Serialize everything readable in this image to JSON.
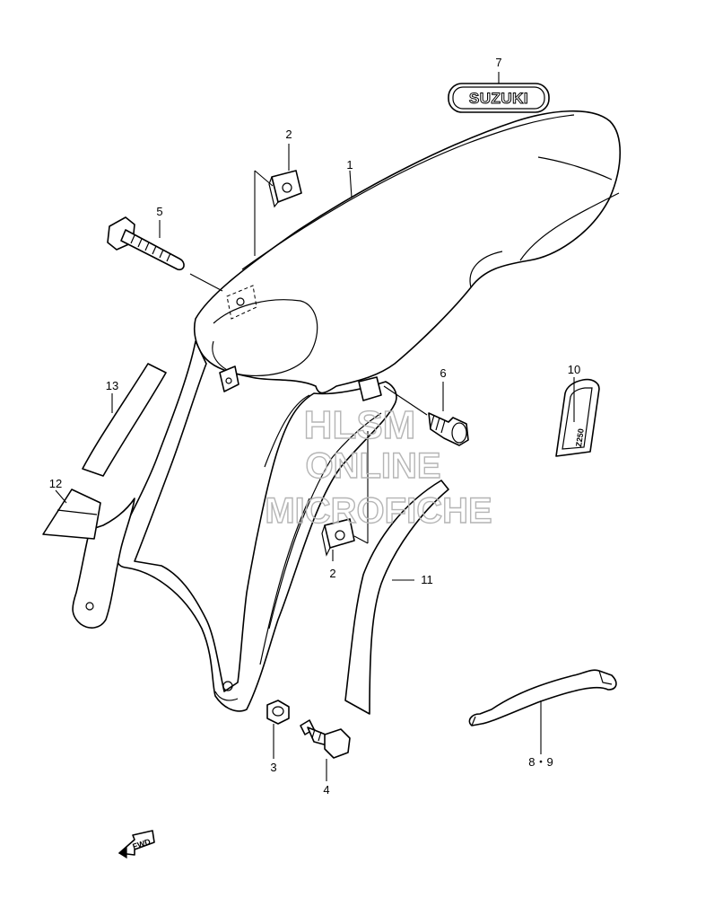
{
  "callouts": [
    {
      "id": "c1",
      "text": "1"
    },
    {
      "id": "c2a",
      "text": "2"
    },
    {
      "id": "c2b",
      "text": "2"
    },
    {
      "id": "c3",
      "text": "3"
    },
    {
      "id": "c4",
      "text": "4"
    },
    {
      "id": "c5",
      "text": "5"
    },
    {
      "id": "c6",
      "text": "6"
    },
    {
      "id": "c7",
      "text": "7"
    },
    {
      "id": "c89",
      "text": "8・9"
    },
    {
      "id": "c10",
      "text": "10"
    },
    {
      "id": "c11",
      "text": "11"
    },
    {
      "id": "c12",
      "text": "12"
    },
    {
      "id": "c13",
      "text": "13"
    }
  ],
  "emblem": {
    "brand": "SUZUKI",
    "model": "Z250"
  },
  "direction_marker": {
    "text": "FWD"
  },
  "watermark": {
    "line1": "HLSM",
    "line2": "ONLINE",
    "line3": "MICROFICHE"
  },
  "colors": {
    "ink": "#000000",
    "paper": "#ffffff",
    "watermark": "#b5b5b5"
  }
}
